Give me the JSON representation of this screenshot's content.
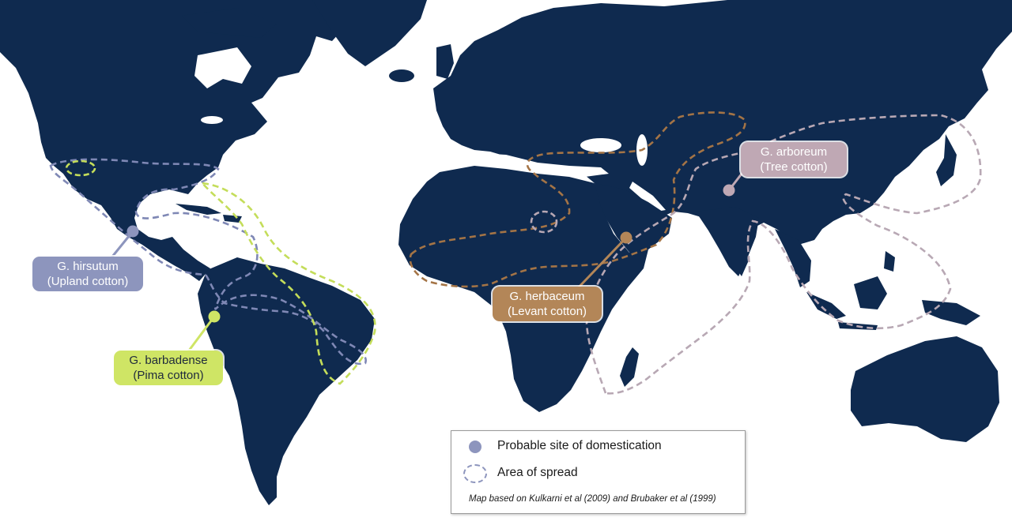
{
  "map": {
    "ocean_color": "#ffffff",
    "land_color": "#0f2a4f"
  },
  "species": [
    {
      "id": "hirsutum",
      "name": "G. hirsutum",
      "common": "(Upland cotton)",
      "color": "#8d95bd",
      "text_color": "#ffffff",
      "stroke": "#7f88b5"
    },
    {
      "id": "barbadense",
      "name": "G. barbadense",
      "common": "(Pima cotton)",
      "color": "#cfe565",
      "text_color": "#1f2a3c",
      "stroke": "#bcd85a"
    },
    {
      "id": "herbaceum",
      "name": "G. herbaceum",
      "common": "(Levant cotton)",
      "color": "#b38658",
      "text_color": "#ffffff",
      "stroke": "#a47446"
    },
    {
      "id": "arboreum",
      "name": "G. arboreum",
      "common": "(Tree cotton)",
      "color": "#bfa8b4",
      "text_color": "#ffffff",
      "stroke": "#b8a8b4"
    }
  ],
  "legend": {
    "domestication_label": "Probable site of domestication",
    "domestication_color": "#8d95bd",
    "spread_label": "Area of spread",
    "spread_color": "#8d95bd",
    "note": "Map based on  Kulkarni et al (2009) and Brubaker et al (1999)"
  }
}
